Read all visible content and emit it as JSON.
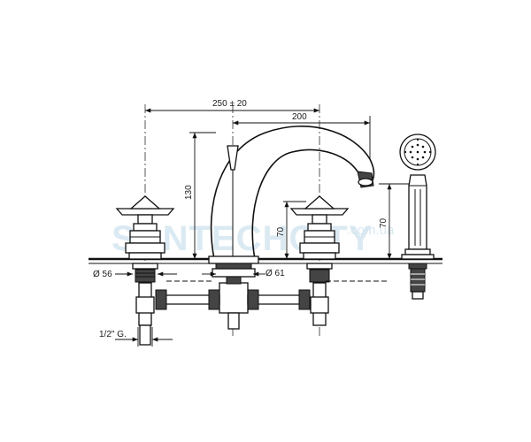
{
  "dimensions": {
    "overall_width": "250 ± 20",
    "spout_reach": "200",
    "spout_height": "130",
    "handle_height": "70",
    "handshower_height": "70",
    "diameter_left": "Ø 56",
    "diameter_center": "Ø 61",
    "thread": "1/2\" G."
  },
  "watermark": {
    "brand": "SANTECHCITY",
    "domain": ".com.ua"
  }
}
